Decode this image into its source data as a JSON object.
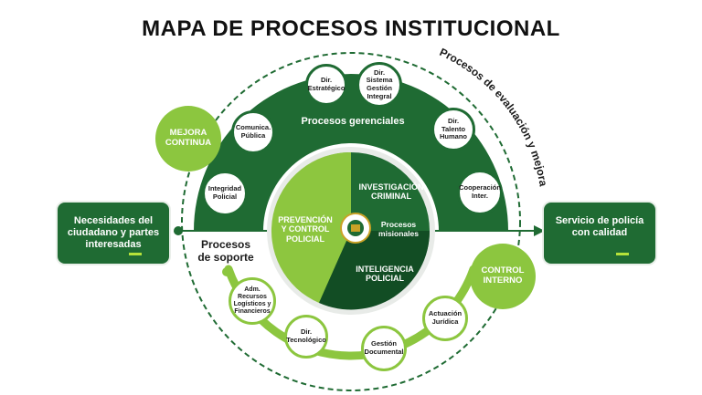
{
  "title": "MAPA DE PROCESOS INSTITUCIONAL",
  "outer_ring_label": "Procesos de evaluación y mejora",
  "gerenciales": {
    "label": "Procesos gerenciales",
    "items": [
      "Dir. Estratégico",
      "Dir. Sistema Gestión Integral",
      "Comunica. Pública",
      "Dir. Talento Humano",
      "Integridad Policial",
      "Cooperación Inter."
    ]
  },
  "misionales": {
    "label": "Procesos misionales",
    "items": [
      "INVESTIGACIÓN CRIMINAL",
      "PREVENCIÓN Y CONTROL POLICIAL",
      "INTELIGENCIA POLICIAL"
    ]
  },
  "soporte": {
    "label": "Procesos de soporte",
    "items": [
      "Adm. Recursos Logísticos y Financieros",
      "Dir. Tecnológico",
      "Gestión Documental",
      "Actuación Jurídica"
    ]
  },
  "mejora_continua": "MEJORA CONTINUA",
  "control_interno": "CONTROL INTERNO",
  "input_box": "Necesidades del ciudadano y partes interesadas",
  "output_box": "Servicio de policía con calidad",
  "colors": {
    "dark_green": "#1f6b33",
    "mid_green": "#2e7d3a",
    "lime": "#8cc63f",
    "light_lime": "#8dc63f",
    "deep_green": "#124d24"
  }
}
